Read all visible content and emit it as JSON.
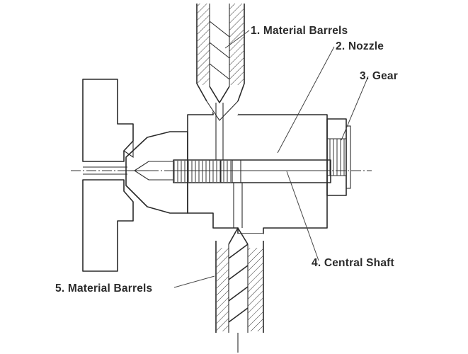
{
  "labels": {
    "material_barrels_top": "1. Material Barrels",
    "nozzle": "2. Nozzle",
    "gear": "3. Gear",
    "central_shaft": "4. Central Shaft",
    "material_barrels_bottom": "5. Material Barrels"
  },
  "colors": {
    "line": "#2a2a2a",
    "label": "#2b2b2b",
    "background": "#ffffff"
  }
}
